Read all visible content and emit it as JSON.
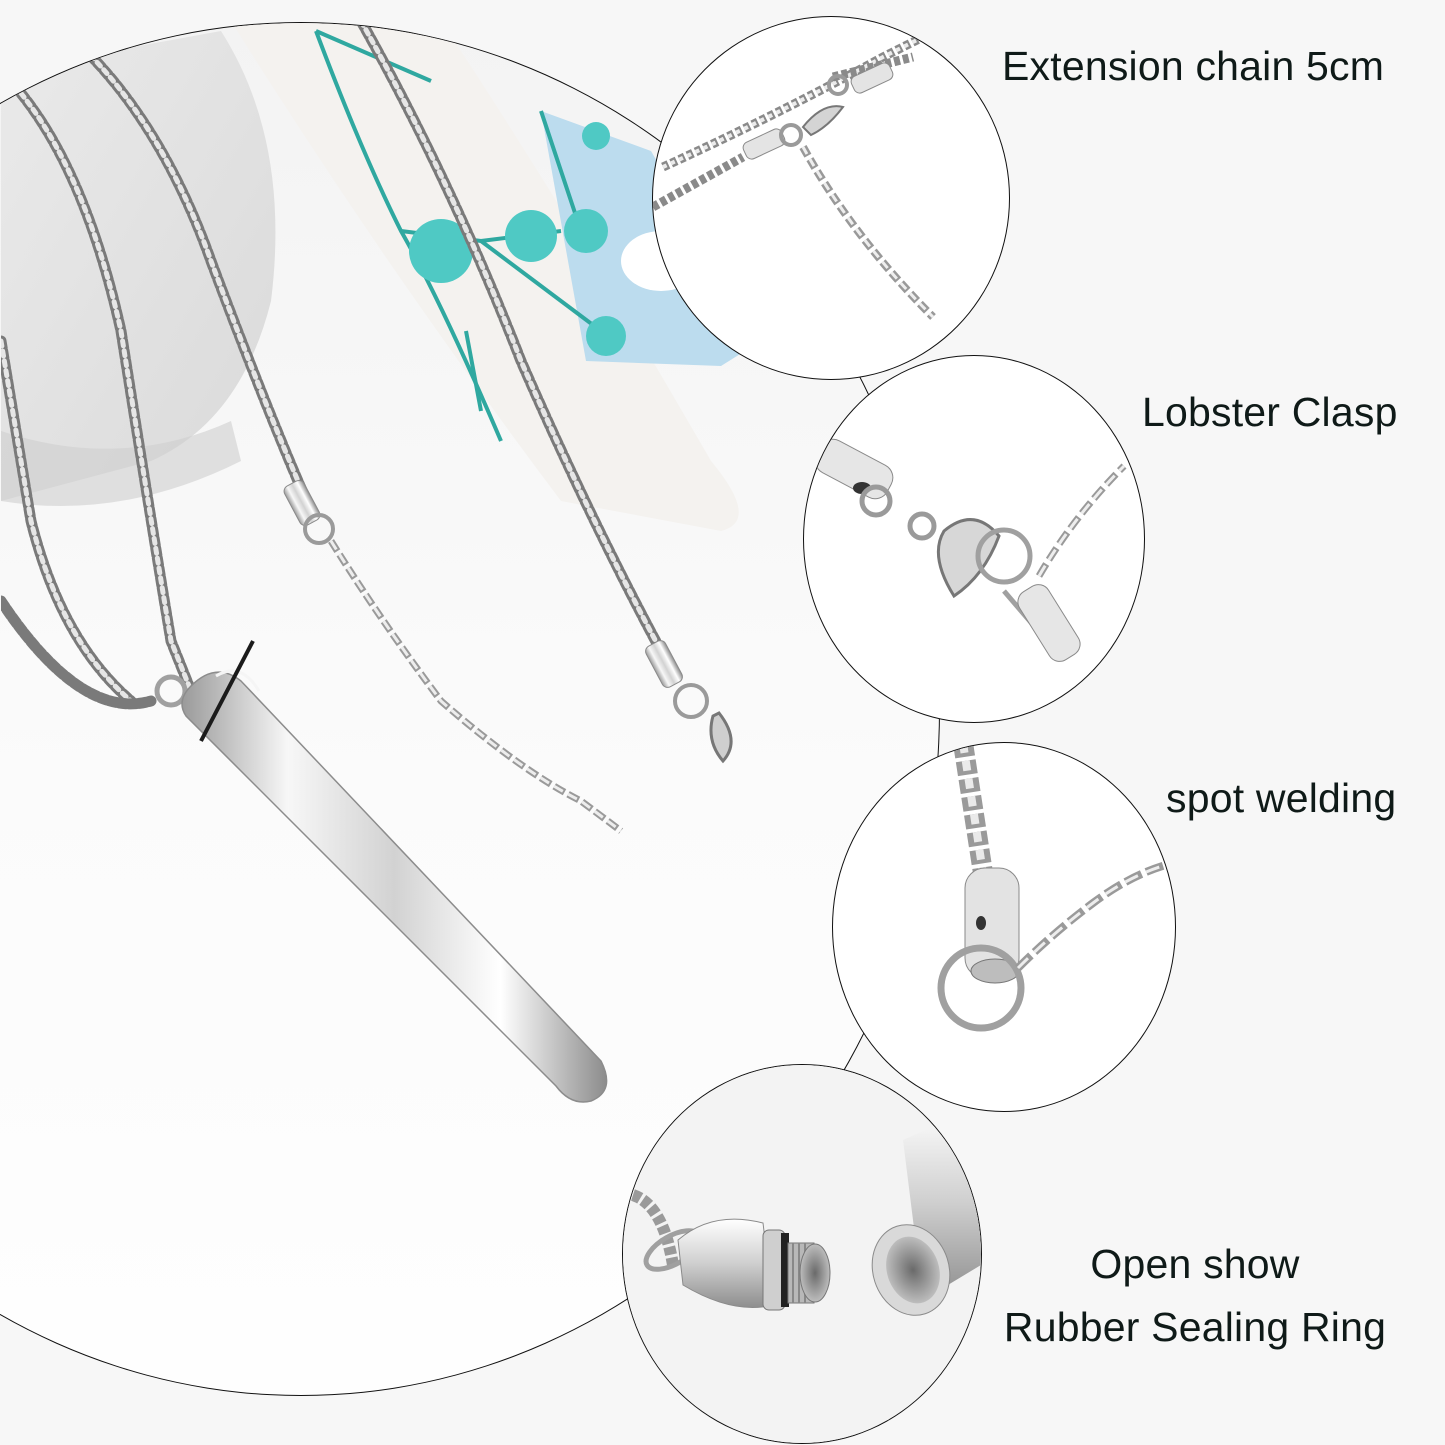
{
  "product": {
    "type": "urn pendant necklace",
    "material_color": "silver stainless steel",
    "main_photo": {
      "description": "Bullet-shaped cylinder pendant on box chain with extension chain and lobster clasp, teal dried flowers in background",
      "decor_colors": {
        "flower": "#4fc9c4",
        "stem": "#2fa8a0",
        "card": "#bcdcee"
      }
    }
  },
  "details": [
    {
      "id": "extension",
      "label": "Extension chain 5cm",
      "description": "Extension chain with lobster clasp hooked to box chain"
    },
    {
      "id": "clasp",
      "label": "Lobster Clasp",
      "description": "Close-up of lobster clasp and jump ring"
    },
    {
      "id": "welding",
      "label": "spot welding",
      "description": "Close-up of welded end cap with jump ring"
    },
    {
      "id": "open",
      "label_lines": [
        "Open show",
        "Rubber Sealing Ring"
      ],
      "description": "Pendant unscrewed showing thread and black rubber sealing ring"
    }
  ],
  "colors": {
    "background": "#f7f7f7",
    "text": "#0f1a18",
    "outline": "#111111",
    "metal_light": "#f2f2f2",
    "metal_mid": "#c8c8c8",
    "metal_dark": "#6e6e6e"
  }
}
